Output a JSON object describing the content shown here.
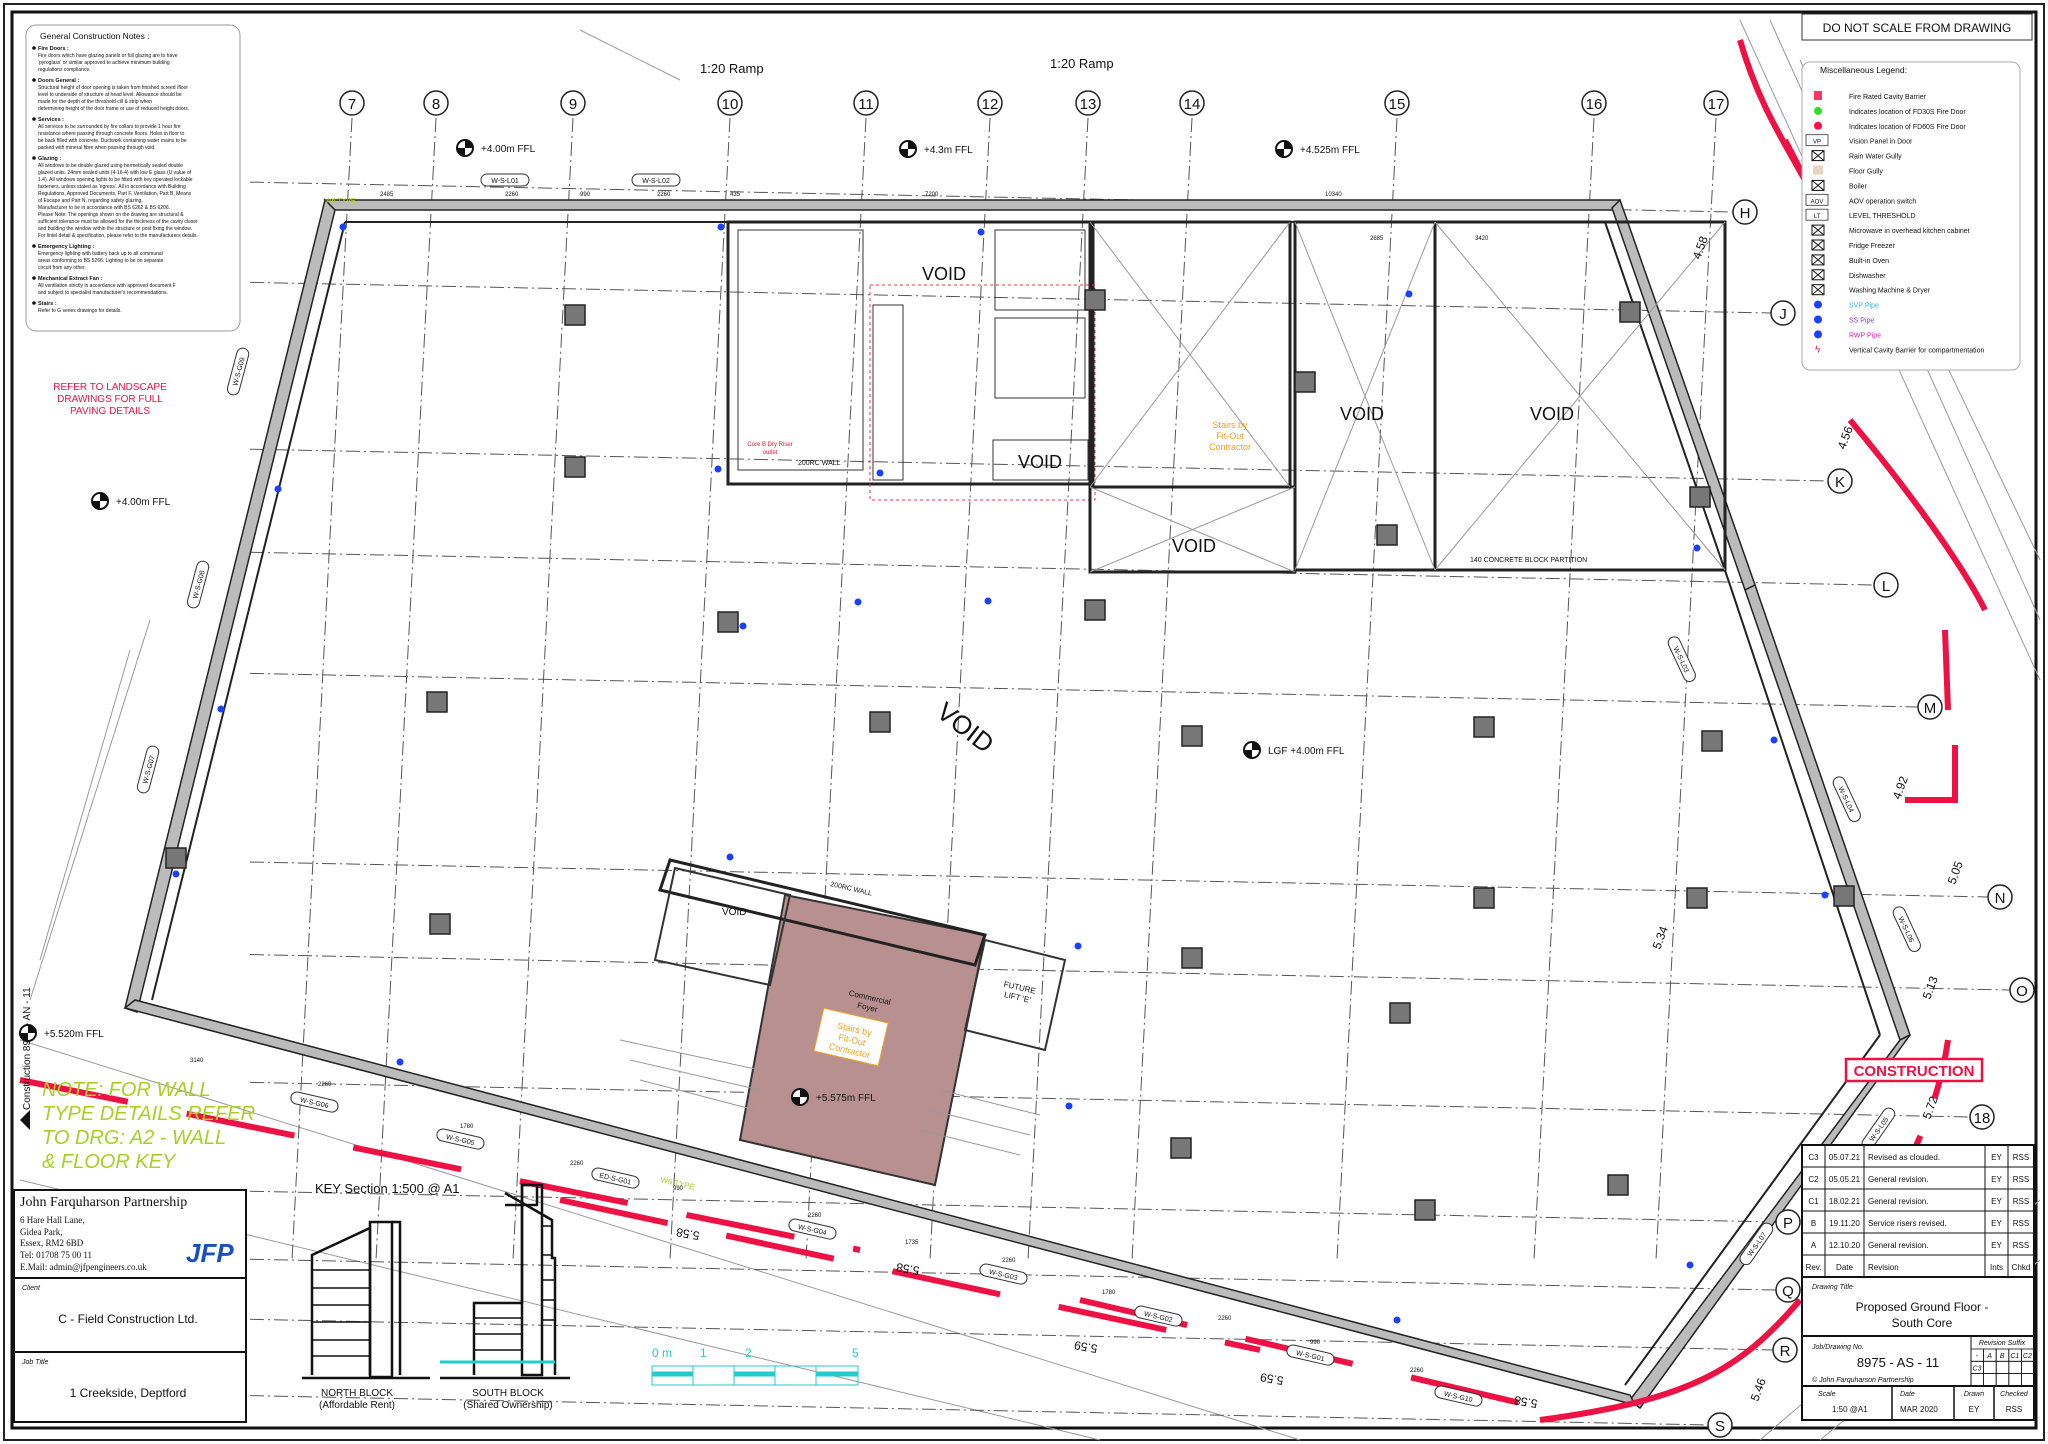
{
  "sheet": {
    "do_not_scale": "DO NOT SCALE FROM DRAWING",
    "refer_landscape": [
      "REFER TO LANDSCAPE",
      "DRAWINGS FOR FULL",
      "PAVING DETAILS"
    ],
    "note_wall": [
      "NOTE: FOR WALL",
      "TYPE DETAILS REFER",
      "TO DRG: A2 - WALL",
      "& FLOOR KEY"
    ],
    "construction_stamp": "CONSTRUCTION",
    "side_label": "Construction 8975 - AN - 11"
  },
  "notes": {
    "title": "General Construction Notes :",
    "items": [
      {
        "head": "Fire Doors :",
        "lines": [
          "Fire doors which have glazing panels or full glazing are to have",
          "'pyroglass' or similar approved to achieve minimum building",
          "regulations compliance."
        ]
      },
      {
        "head": "Doors General :",
        "lines": [
          "Structural height of door opening is taken from finished screed /floor",
          "level to underside of structure at head level. Allowance should be",
          "made for the depth of the threshold cill & strip when",
          "determining height of the door frame or use of reduced height doors."
        ]
      },
      {
        "head": "Services :",
        "lines": [
          "All services to be surrounded by fire collars to provide 1 hour fire",
          "resistance where passing through concrete floors. Holes in floor to",
          "be back filled with concrete. Ductwork containing water mains to be",
          "packed with mineral fibre when passing through void."
        ]
      },
      {
        "head": "Glazing :",
        "lines": [
          "All windows to be double glazed using hermetically sealed double",
          "glazed units. 24mm sealed units (4-16-4) with low E glass (U value of",
          "1.4). All windows opening lights to be fitted with key operated lockable",
          "fasteners, unless stated as 'egress'. All in accordance with Building",
          "Regulations, Approved Documents, Part F, Ventilation, Part B, Means",
          "of Escape and Part N, regarding safety glazing.",
          "Manufacturer to be in accordance with BS 6262 & BS 6206.",
          "Please Note: The openings shown on the drawing are structural &",
          "sufficient tolerance must be allowed for the thickness of the cavity closer",
          "and building the window within the structure or post fixing the window.",
          "For lintel detail & specification, please refer to the manufacturers details."
        ]
      },
      {
        "head": "Emergency Lighting :",
        "lines": [
          "Emergency lighting with battery back up to all communal",
          "areas conforming to BS 5266. Lighting to be on separate",
          "circuit from any other."
        ]
      },
      {
        "head": "Mechanical Extract Fan :",
        "lines": [
          "All ventilation strictly in accordance with approved document F",
          "and subject to specialist manufacturer's recommendations."
        ]
      },
      {
        "head": "Stairs :",
        "lines": [
          "Refer to G series drawings for details."
        ]
      }
    ]
  },
  "legend": {
    "title": "Miscellaneous Legend:",
    "items": [
      {
        "icon": "fire-barrier",
        "label": "Fire Rated Cavity Barrier",
        "color": "#ff3366"
      },
      {
        "icon": "green-dot",
        "label": "Indicates location of FD30S Fire Door",
        "color": "#33dd22"
      },
      {
        "icon": "red-dot",
        "label": "Indicates location of FD60S Fire Door",
        "color": "#ff1144"
      },
      {
        "icon": "vision-panel",
        "label": "Vision Panel in Door",
        "color": "#111111",
        "symbol": "VP"
      },
      {
        "icon": "rain-gully",
        "label": "Rain Water Gully",
        "color": "#111111"
      },
      {
        "icon": "floor-gully",
        "label": "Floor Gully",
        "color": "#e8d2c0"
      },
      {
        "icon": "boiler",
        "label": "Boiler",
        "color": "#111111"
      },
      {
        "icon": "aov",
        "label": "AOV operation switch",
        "color": "#111111",
        "symbol": "AOV"
      },
      {
        "icon": "level-threshold",
        "label": "LEVEL THRESHOLD",
        "color": "#111111",
        "symbol": "LT"
      },
      {
        "icon": "appliance",
        "label": "Microwave in overhead kitchen cabinet",
        "color": "#111111"
      },
      {
        "icon": "appliance",
        "label": "Fridge Freezer",
        "color": "#111111"
      },
      {
        "icon": "appliance",
        "label": "Built-in Oven",
        "color": "#111111"
      },
      {
        "icon": "appliance",
        "label": "Dishwasher",
        "color": "#111111"
      },
      {
        "icon": "appliance",
        "label": "Washing Machine & Dryer",
        "color": "#111111"
      },
      {
        "icon": "blue-dot",
        "label": "SVP Pipe",
        "color": "#22bbcc"
      },
      {
        "icon": "blue-dot",
        "label": "SS Pipe",
        "color": "#8833ee"
      },
      {
        "icon": "blue-dot",
        "label": "RWP Pipe",
        "color": "#cc22aa"
      },
      {
        "icon": "vertical-barrier",
        "label": "Vertical Cavity Barrier for compartmentation",
        "color": "#111111"
      }
    ]
  },
  "grid": {
    "columns": [
      "7",
      "8",
      "9",
      "10",
      "11",
      "12",
      "13",
      "14",
      "15",
      "16",
      "17"
    ],
    "rows": [
      "H",
      "J",
      "K",
      "L",
      "M",
      "N",
      "18",
      "P",
      "Q",
      "R",
      "S",
      "O"
    ]
  },
  "plan": {
    "ramps": [
      "1:20 Ramp",
      "1:20 Ramp"
    ],
    "levels": [
      "+4.00m FFL",
      "+4.3m FFL",
      "+4.525m FFL",
      "+4.00m FFL",
      "LGF +4.00m FFL",
      "+5.520m FFL",
      "+5.575m FFL"
    ],
    "voids": [
      "VOID",
      "VOID",
      "VOID",
      "VOID",
      "VOID",
      "VOID",
      "VOID"
    ],
    "wall_tags": [
      "W-S-L01",
      "W-S-L02",
      "W-S-L03",
      "W-S-L04",
      "W-S-G09",
      "W-S-G08",
      "W-S-G07",
      "W-S-G06",
      "W-S-G05",
      "ED-S-G01",
      "W-S-G04",
      "W-S-G03",
      "W-S-G02",
      "W-S-G01",
      "W-S-G10",
      "W-S-L05",
      "W-S-L06",
      "W-S-L07"
    ],
    "labels": {
      "rc_wall_1": "200RC WALL",
      "rc_wall_2": "200RC WALL",
      "partition": "140 CONCRETE BLOCK PARTITION",
      "stairs_1": [
        "Stairs by",
        "Fit-Out",
        "Contractor"
      ],
      "stairs_2": [
        "Stairs by",
        "Fit-Out",
        "Contractor"
      ],
      "foyer": [
        "Commercial",
        "Foyer"
      ],
      "future_lift": [
        "FUTURE",
        "LIFT 'E'"
      ],
      "dry_riser": [
        "Core B Dry Riser",
        "outlet"
      ],
      "w6_type": "W6 TYPE",
      "void_small": "VOID"
    },
    "dims": [
      "2485",
      "2260",
      "990",
      "2260",
      "435",
      "7200",
      "10340",
      "2685",
      "3420",
      "2260",
      "1780",
      "2260",
      "990",
      "2260",
      "1735",
      "2260",
      "1780",
      "2260",
      "990",
      "2260",
      "3140"
    ],
    "spot_levels": [
      "5.58",
      "5.58",
      "5.59",
      "5.59",
      "5.58",
      "4.92",
      "4.56",
      "5.05",
      "5.13",
      "5.46",
      "5.72",
      "4.58",
      "5.34"
    ]
  },
  "key_section": {
    "title": "KEY Section 1:500 @ A1",
    "north": [
      "NORTH BLOCK",
      "(Affordable Rent)"
    ],
    "south": [
      "SOUTH BLOCK",
      "(Shared Ownership)"
    ],
    "scale_labels": [
      "0 m",
      "1",
      "2",
      "5"
    ]
  },
  "company": {
    "name": "John Farquharson Partnership",
    "address": [
      "6 Hare Hall Lane,",
      "Gidea Park,",
      "Essex, RM2 6BD",
      "Tel: 01708 75 00 11",
      "E.Mail: admin@jfpengineers.co.uk"
    ],
    "logo": "JFP",
    "logo_color": "#1a4fc0",
    "client_label": "Client",
    "client": "C - Field Construction Ltd.",
    "job_label": "Job Title",
    "job": "1 Creekside, Deptford"
  },
  "title_block": {
    "revisions": [
      {
        "rev": "C3",
        "date": "05.07.21",
        "desc": "Revised as clouded.",
        "ints": "EY",
        "chkd": "RSS"
      },
      {
        "rev": "C2",
        "date": "05.05.21",
        "desc": "General revision.",
        "ints": "EY",
        "chkd": "RSS"
      },
      {
        "rev": "C1",
        "date": "18.02.21",
        "desc": "General revision.",
        "ints": "EY",
        "chkd": "RSS"
      },
      {
        "rev": "B",
        "date": "19.11.20",
        "desc": "Service risers revised.",
        "ints": "EY",
        "chkd": "RSS"
      },
      {
        "rev": "A",
        "date": "12.10.20",
        "desc": "General revision.",
        "ints": "EY",
        "chkd": "RSS"
      }
    ],
    "headers": {
      "rev": "Rev.",
      "date": "Date",
      "desc": "Revision",
      "ints": "Ints",
      "chkd": "Chkd"
    },
    "drawing_title_label": "Drawing Title",
    "drawing_title": [
      "Proposed Ground Floor -",
      "South Core"
    ],
    "job_no_label": "Job/Drawing No.",
    "job_no": "8975 - AS - 11",
    "copyright": "© John Farquharson Partnership",
    "suffix_label": "Revision Suffix",
    "suffixes": [
      "-",
      "A",
      "B",
      "C1",
      "C2",
      "C3"
    ],
    "scale_label": "Scale",
    "scale": "1:50 @A1",
    "date_label": "Date",
    "date": "MAR 2020",
    "drawn_label": "Drawn",
    "drawn": "EY",
    "checked_label": "Checked",
    "checked": "RSS"
  }
}
